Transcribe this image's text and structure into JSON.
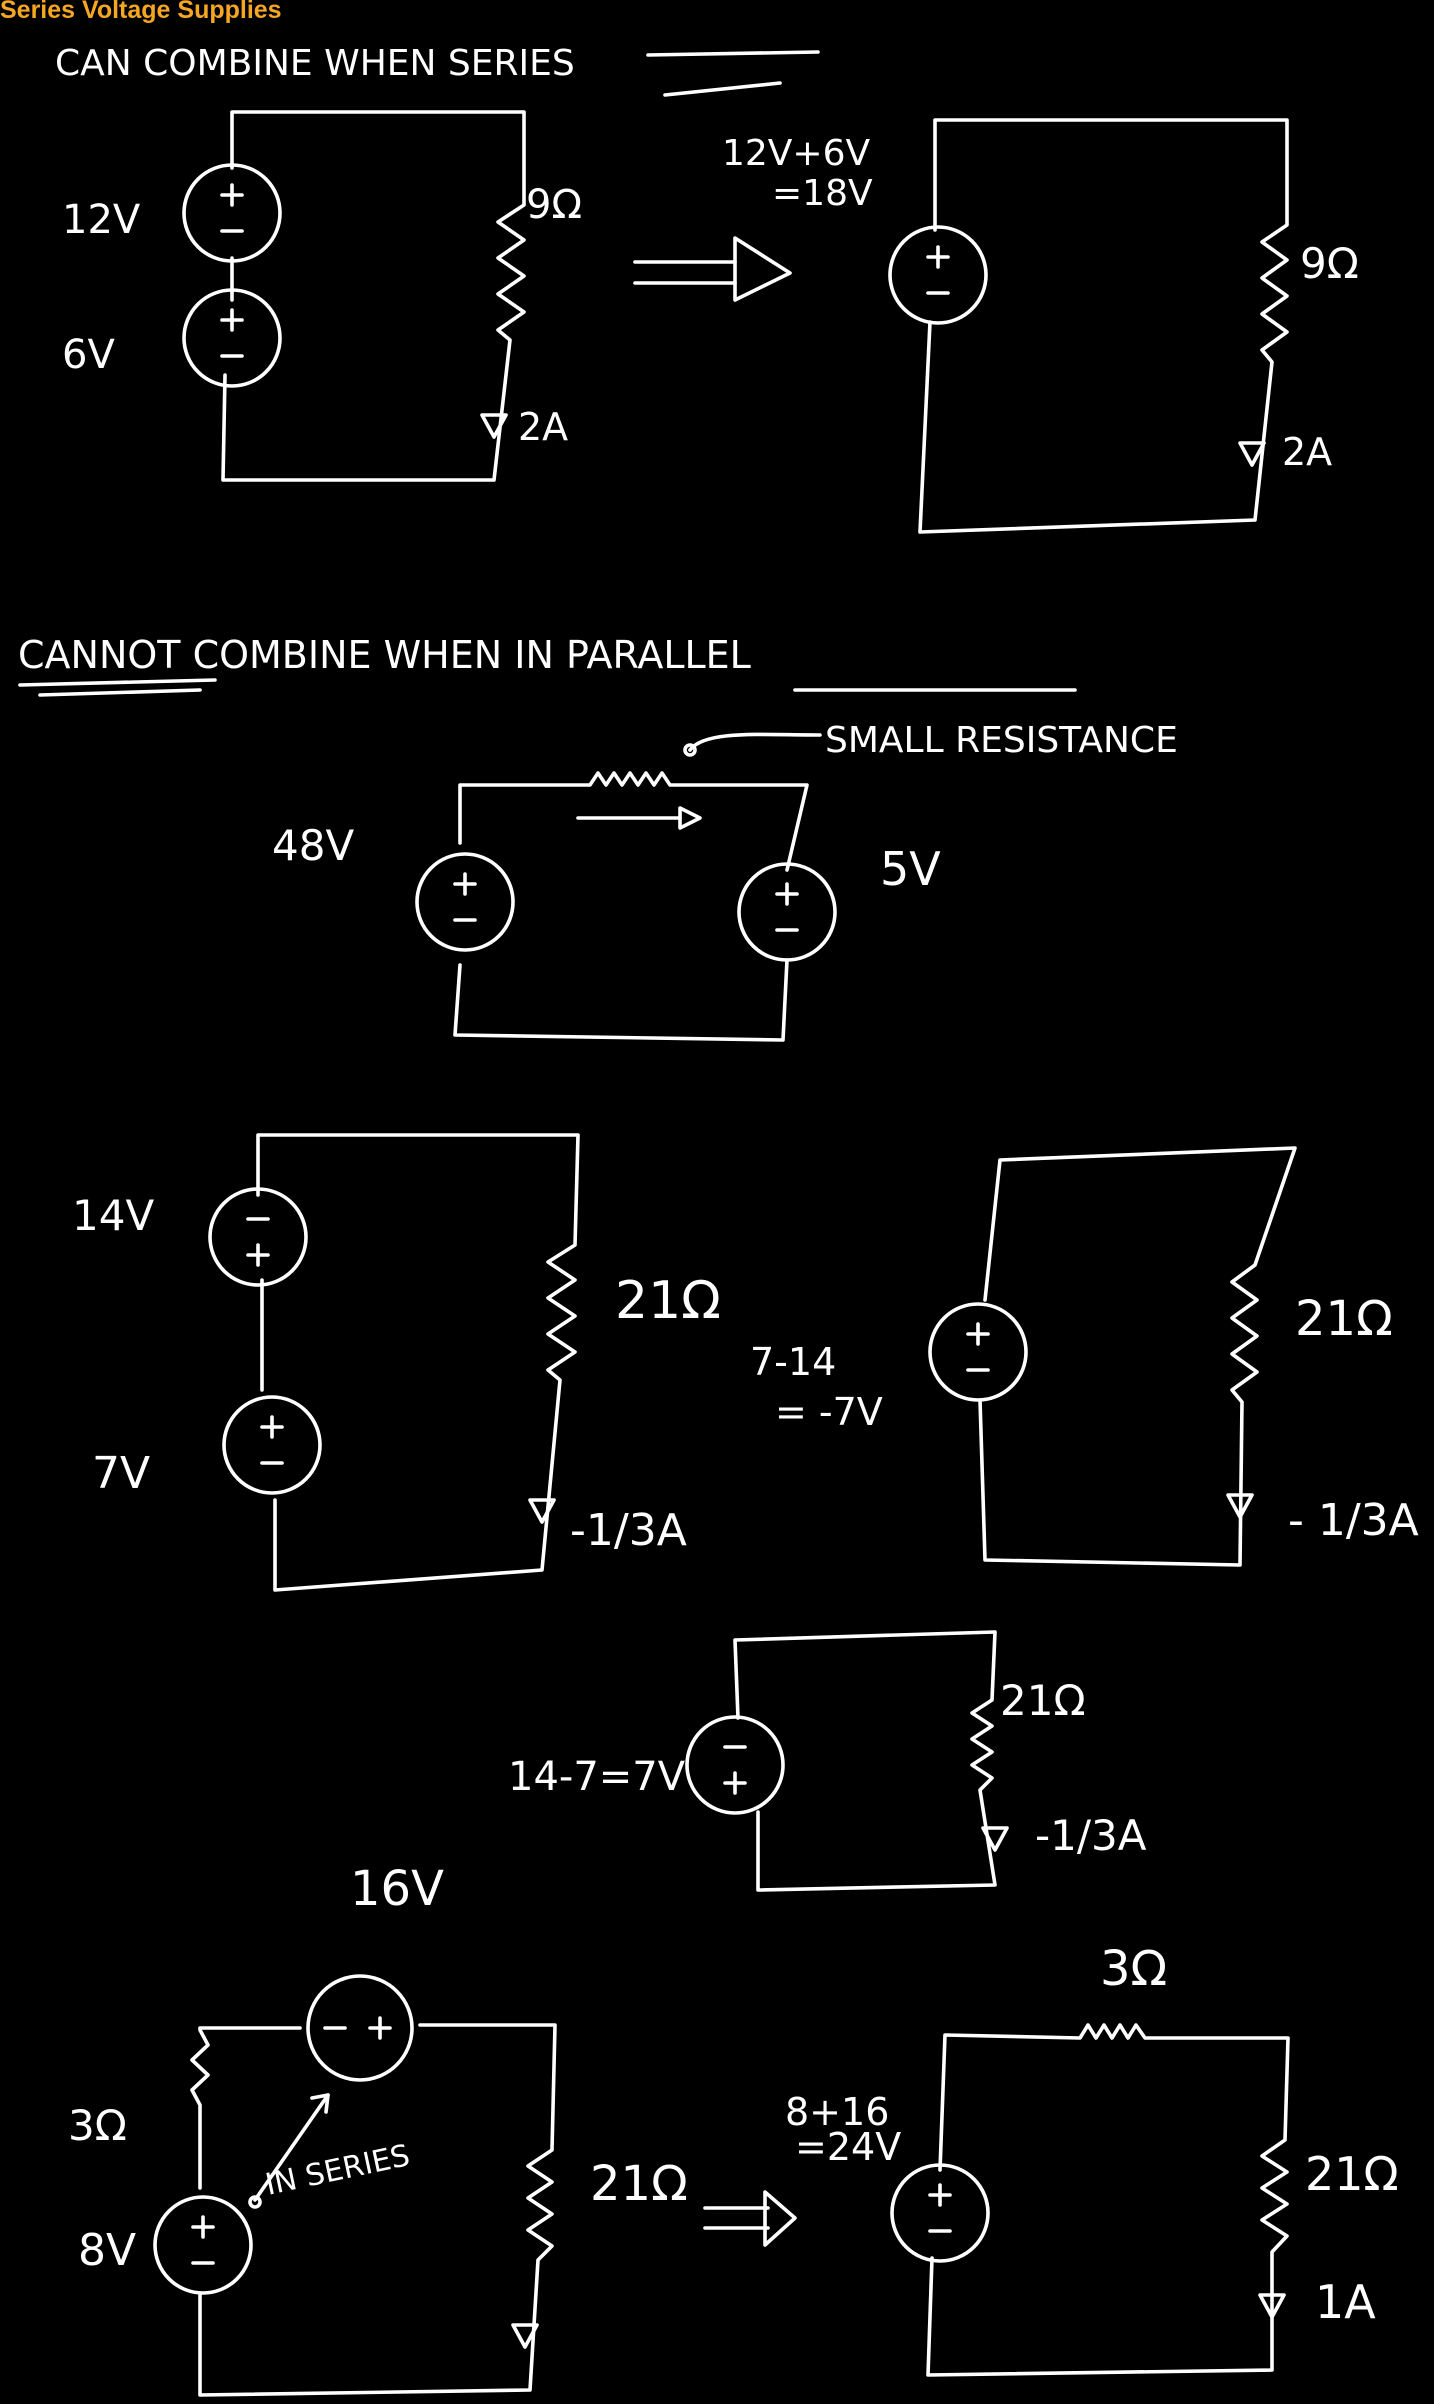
{
  "title": "Series Voltage Supplies",
  "headings": {
    "series": "CAN COMBINE WHEN SERIES",
    "parallel": "CANNOT COMBINE WHEN IN PARALLEL",
    "small_resistance": "SMALL RESISTANCE",
    "in_series": "IN SERIES"
  },
  "circuit1": {
    "v_top": "12V",
    "v_bottom": "6V",
    "resistor": "9Ω",
    "current": "2A",
    "sum_line1": "12V+6V",
    "sum_line2": "=18V",
    "eq_resistor": "9Ω",
    "eq_current": "2A"
  },
  "circuit2": {
    "v_left": "48V",
    "v_right": "5V"
  },
  "circuit3": {
    "v_top": "14V",
    "v_bottom": "7V",
    "resistor": "21Ω",
    "current": "-1/3A",
    "calc_line1": "7-14",
    "calc_line2": "= -7V",
    "eq_resistor": "21Ω",
    "eq_current": "- 1/3A"
  },
  "circuit4": {
    "source": "14-7=7V",
    "resistor": "21Ω",
    "current": "-1/3A"
  },
  "circuit5": {
    "v_top": "16V",
    "r_left": "3Ω",
    "v_left": "8V",
    "resistor": "21Ω",
    "sum_line1": "8+16",
    "sum_line2": "=24V",
    "eq_r_top": "3Ω",
    "eq_resistor": "21Ω",
    "eq_current": "1A"
  }
}
